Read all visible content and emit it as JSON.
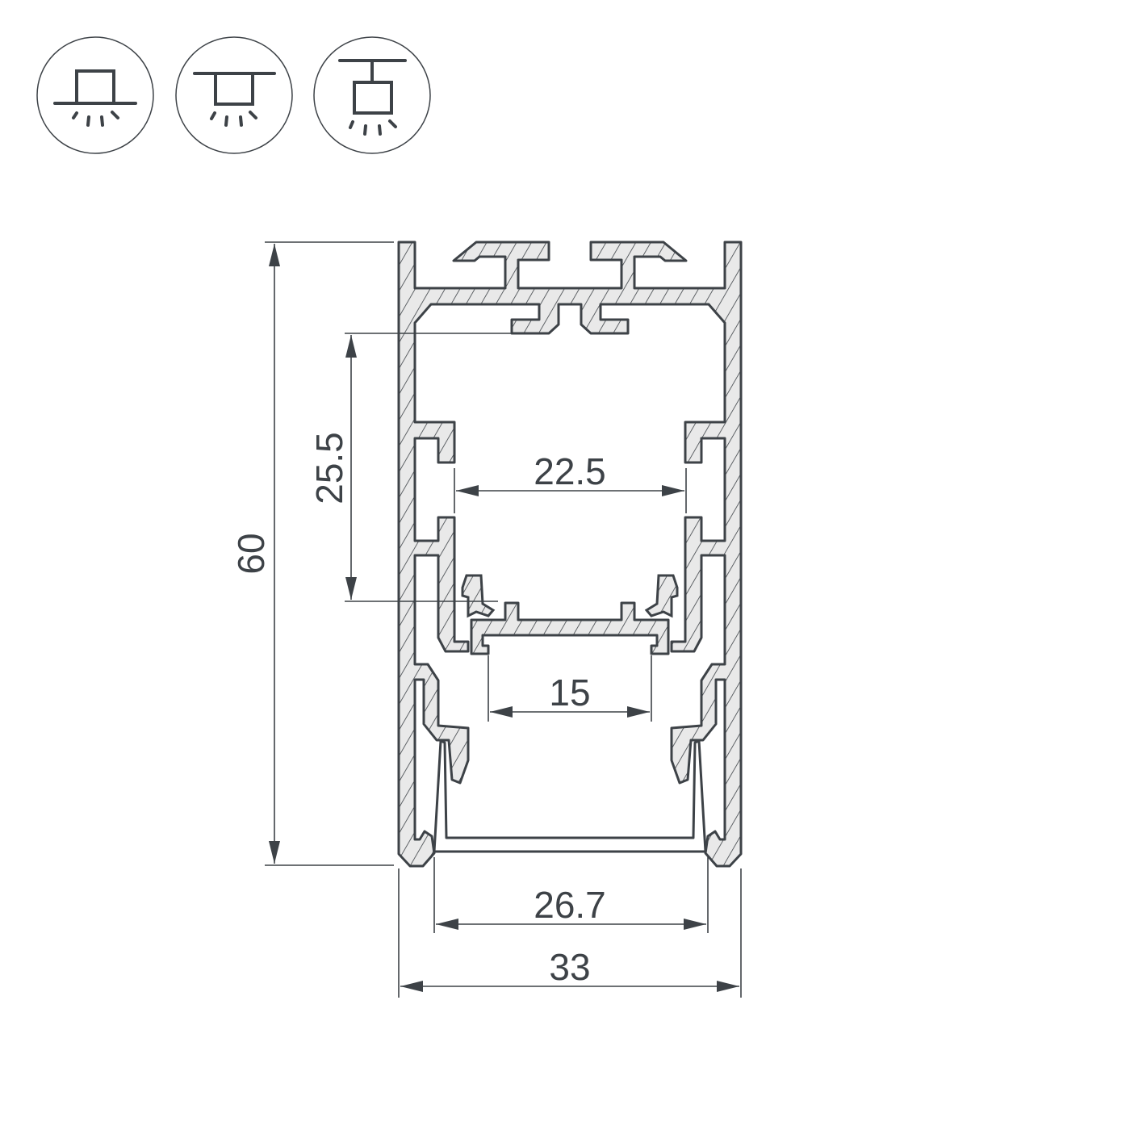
{
  "colors": {
    "line": "#3d4247",
    "section_fill": "#e9e9e9",
    "background": "#ffffff"
  },
  "mounting_icons": [
    {
      "name": "recessed-mount-icon"
    },
    {
      "name": "surface-mount-icon"
    },
    {
      "name": "suspended-mount-icon"
    }
  ],
  "dimensions": {
    "total_height": "60",
    "inner_height": "25.5",
    "inner_width": "22.5",
    "strip_width": "15",
    "diffuser_width": "26.7",
    "total_width": "33"
  }
}
